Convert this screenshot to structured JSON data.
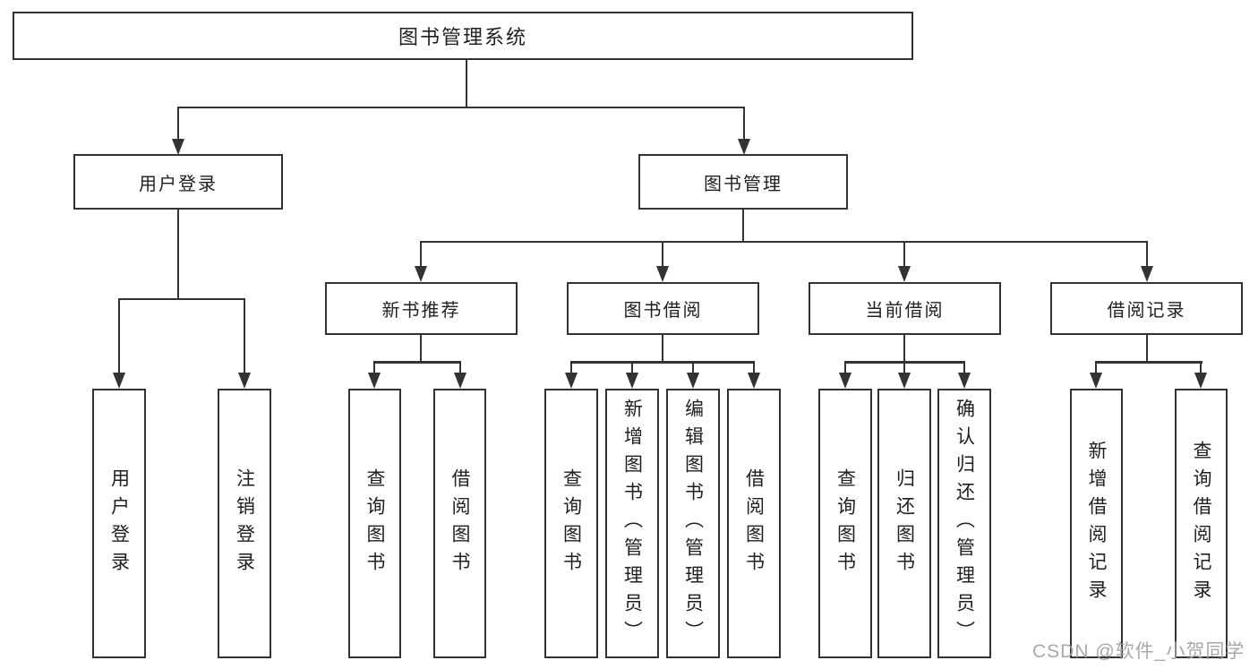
{
  "tree": {
    "root": {
      "label": "图书管理系统"
    },
    "branches": [
      {
        "label": "用户登录",
        "children": [
          {
            "label": "用户登录"
          },
          {
            "label": "注销登录"
          }
        ]
      },
      {
        "label": "图书管理",
        "children": [
          {
            "label": "新书推荐",
            "children": [
              {
                "label": "查询图书"
              },
              {
                "label": "借阅图书"
              }
            ]
          },
          {
            "label": "图书借阅",
            "children": [
              {
                "label": "查询图书"
              },
              {
                "label": "新增图书（管理员）"
              },
              {
                "label": "编辑图书（管理员）"
              },
              {
                "label": "借阅图书"
              }
            ]
          },
          {
            "label": "当前借阅",
            "children": [
              {
                "label": "查询图书"
              },
              {
                "label": "归还图书"
              },
              {
                "label": "确认归还（管理员）"
              }
            ]
          },
          {
            "label": "借阅记录",
            "children": [
              {
                "label": "新增借阅记录"
              },
              {
                "label": "查询借阅记录"
              }
            ]
          }
        ]
      }
    ]
  },
  "watermark": {
    "text": "CSDN @软件_小贺同学"
  },
  "colors": {
    "line": "#333333",
    "box_border": "#333333",
    "text": "#1f1f1f",
    "background": "#ffffff",
    "watermark": "#9e9e9e"
  }
}
